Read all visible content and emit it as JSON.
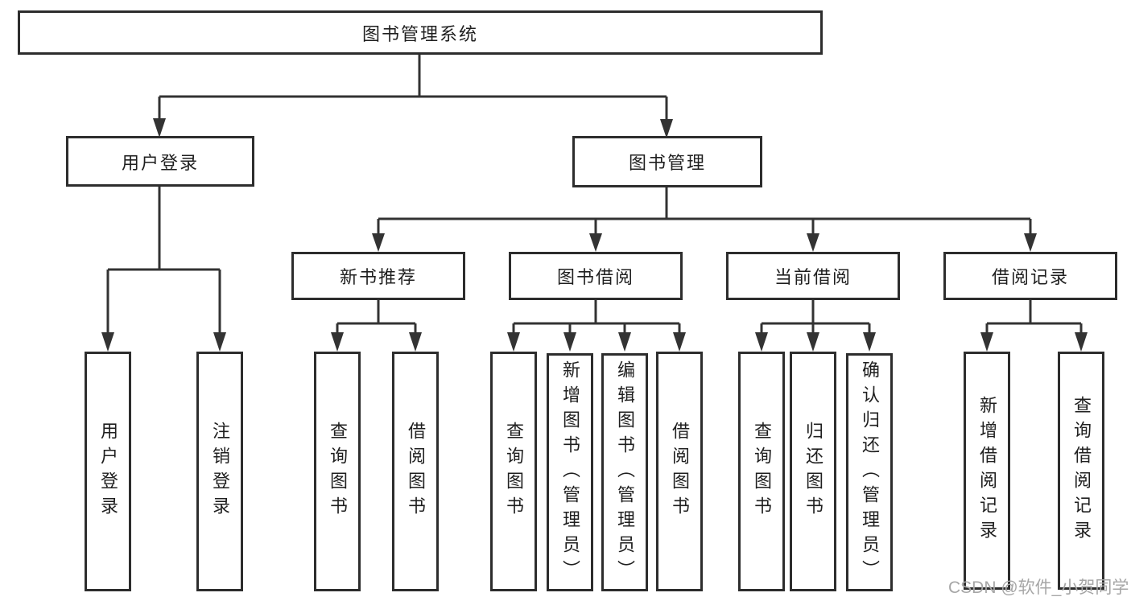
{
  "diagram": {
    "root": "图书管理系统",
    "level2": {
      "login": "用户登录",
      "manage": "图书管理"
    },
    "level3": {
      "recommend": "新书推荐",
      "borrow": "图书借阅",
      "current": "当前借阅",
      "records": "借阅记录"
    },
    "leaves": {
      "login": [
        "用户登录",
        "注销登录"
      ],
      "recommend": [
        "查询图书",
        "借阅图书"
      ],
      "borrow": [
        "查询图书",
        "新增图书（管理员）",
        "编辑图书（管理员）",
        "借阅图书"
      ],
      "current": [
        "查询图书",
        "归还图书",
        "确认归还（管理员）"
      ],
      "records": [
        "新增借阅记录",
        "查询借阅记录"
      ]
    },
    "colors": {
      "line": "#333333",
      "border": "#2d2d2d",
      "text": "#1f1f1f",
      "watermark": "#a6a6a6",
      "background": "#ffffff"
    },
    "watermark": "CSDN @软件_小贺同学"
  }
}
